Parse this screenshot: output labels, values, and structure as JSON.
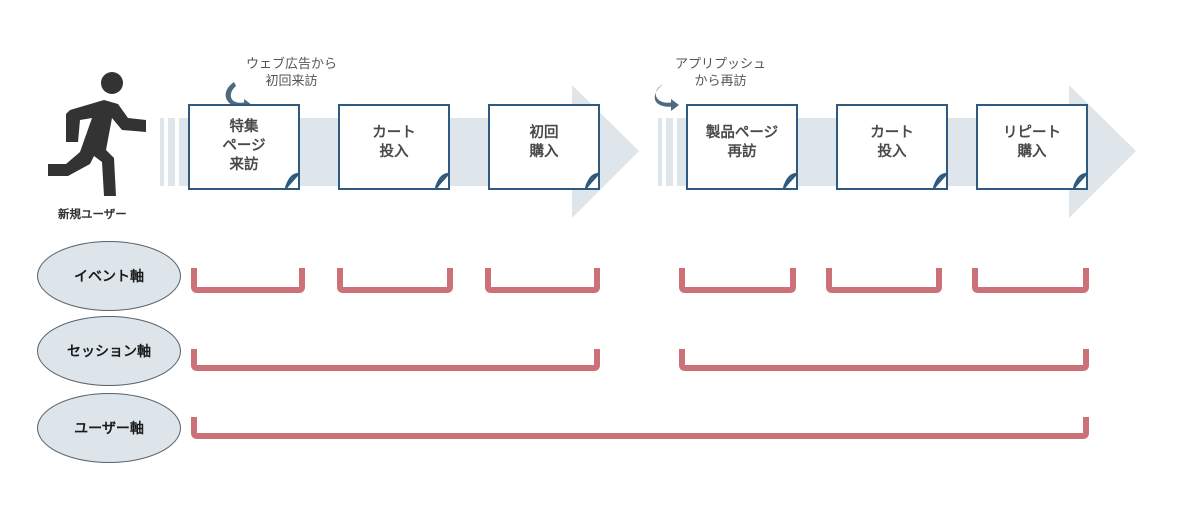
{
  "user": {
    "label": "新規ユーザー",
    "icon": "running-person-icon"
  },
  "sessions": [
    {
      "trigger": "ウェブ広告から\n初回来訪",
      "steps": [
        {
          "label": "特集\nページ\n来訪"
        },
        {
          "label": "カート\n投入"
        },
        {
          "label": "初回\n購入"
        }
      ]
    },
    {
      "trigger": "アプリプッシュ\nから再訪",
      "steps": [
        {
          "label": "製品ページ\n再訪"
        },
        {
          "label": "カート\n投入"
        },
        {
          "label": "リピート\n購入"
        }
      ]
    }
  ],
  "axes": [
    {
      "label": "イベント軸",
      "scope": "event"
    },
    {
      "label": "セッション軸",
      "scope": "session"
    },
    {
      "label": "ユーザー軸",
      "scope": "user"
    }
  ],
  "colors": {
    "card_border": "#2e5a80",
    "flow_arrow": "#dfe6eb",
    "bracket": "#cd7178",
    "oval_fill": "#dde5ea",
    "runner": "#333333",
    "curved_arrow": "#4d6b80"
  }
}
